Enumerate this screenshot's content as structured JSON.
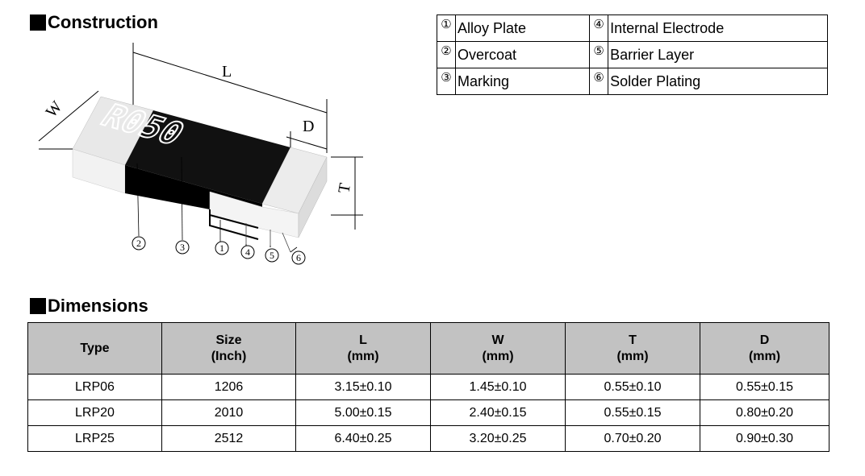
{
  "construction": {
    "title": "Construction",
    "dimension_labels": {
      "L": "L",
      "W": "W",
      "D": "D",
      "T": "T"
    },
    "marking_text": "R050",
    "callouts": [
      "2",
      "3",
      "1",
      "4",
      "5",
      "6"
    ],
    "legend": [
      {
        "num": "①",
        "label": "Alloy Plate",
        "num2": "④",
        "label2": "Internal Electrode"
      },
      {
        "num": "②",
        "label": "Overcoat",
        "num2": "⑤",
        "label2": "Barrier Layer"
      },
      {
        "num": "③",
        "label": "Marking",
        "num2": "⑥",
        "label2": "Solder Plating"
      }
    ]
  },
  "dimensions": {
    "title": "Dimensions",
    "headers": [
      {
        "line1": "Type",
        "line2": ""
      },
      {
        "line1": "Size",
        "line2": "(Inch)"
      },
      {
        "line1": "L",
        "line2": "(mm)"
      },
      {
        "line1": "W",
        "line2": "(mm)"
      },
      {
        "line1": "T",
        "line2": "(mm)"
      },
      {
        "line1": "D",
        "line2": "(mm)"
      }
    ],
    "rows": [
      [
        "LRP06",
        "1206",
        "3.15±0.10",
        "1.45±0.10",
        "0.55±0.10",
        "0.55±0.15"
      ],
      [
        "LRP20",
        "2010",
        "5.00±0.15",
        "2.40±0.15",
        "0.55±0.15",
        "0.80±0.20"
      ],
      [
        "LRP25",
        "2512",
        "6.40±0.25",
        "3.20±0.25",
        "0.70±0.20",
        "0.90±0.30"
      ]
    ]
  }
}
